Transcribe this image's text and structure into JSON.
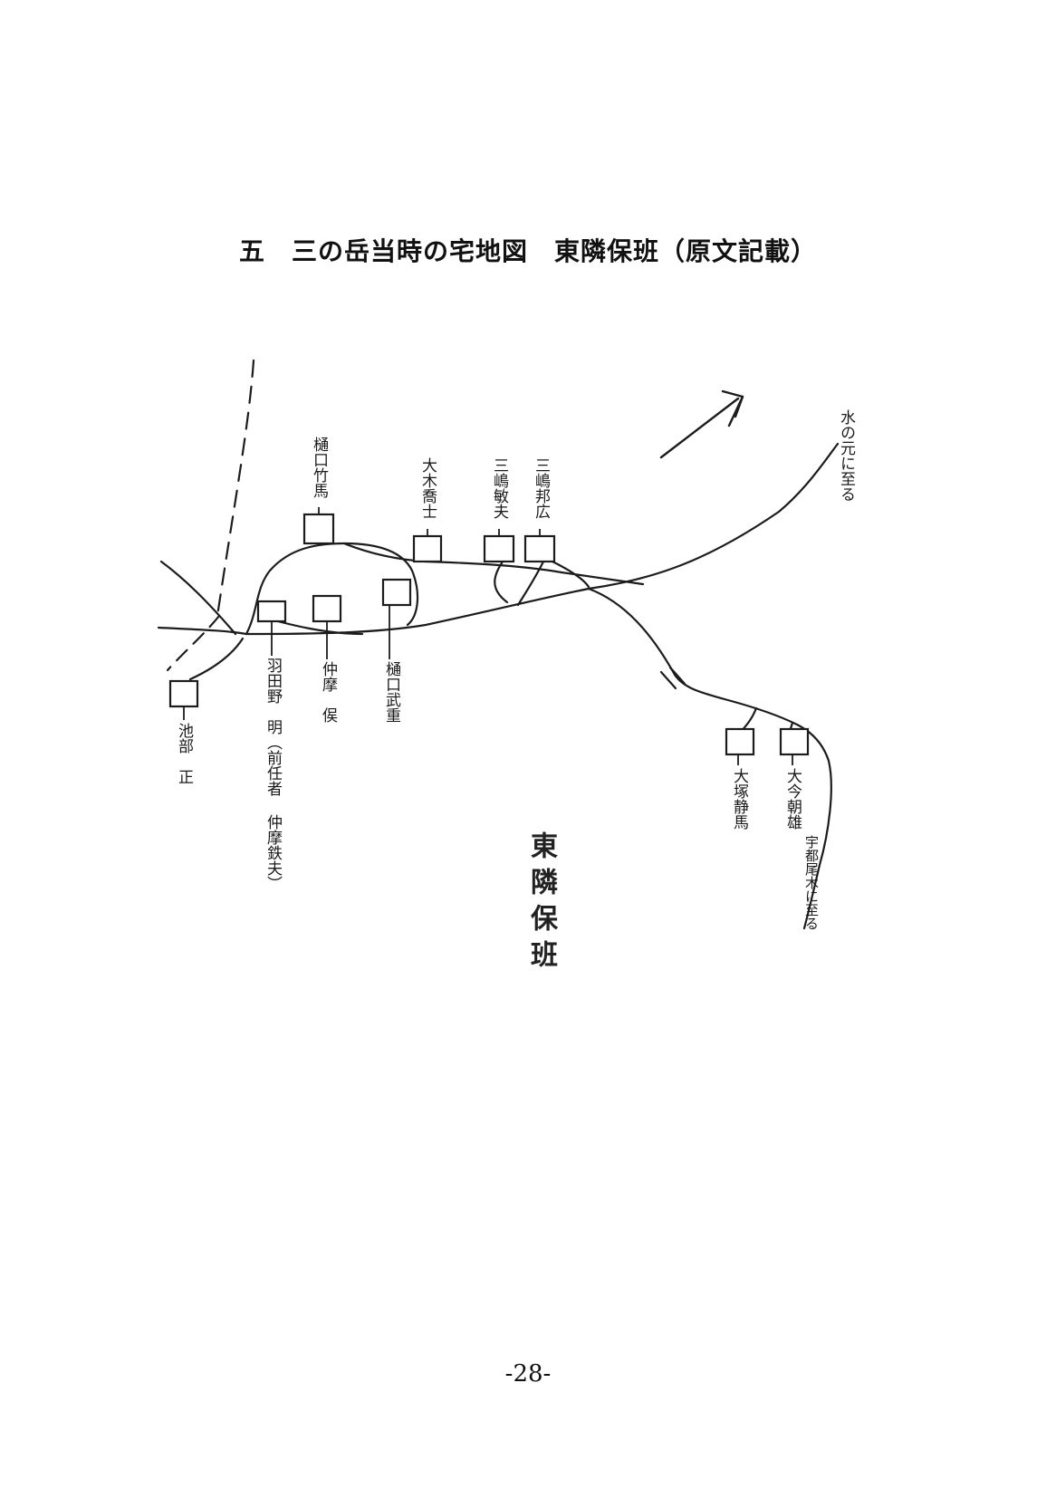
{
  "page": {
    "title": "五　三の岳当時の宅地図　東隣保班（原文記載）",
    "page_number": "-28-"
  },
  "map": {
    "region_label": "東隣保班",
    "direction_notes": {
      "northeast_road": "水の元に至る",
      "southeast_road": "宇都尾木に至る"
    },
    "households": [
      {
        "id": "higuchi-takema",
        "label": "樋口竹馬"
      },
      {
        "id": "oki-kyoshi",
        "label": "大木喬士"
      },
      {
        "id": "mishima-toshio",
        "label": "三嶋敏夫"
      },
      {
        "id": "mishima-kunihiro",
        "label": "三嶋邦広"
      },
      {
        "id": "hatano-akira",
        "label": "羽田野　明（前任者 仲摩鉄夫）"
      },
      {
        "id": "nakama-ryu",
        "label": "仲摩　㑨"
      },
      {
        "id": "higuchi-takeshige",
        "label": "樋口武重"
      },
      {
        "id": "ikebe-tadashi",
        "label": "池部　正"
      },
      {
        "id": "otsuka-shizuma",
        "label": "大塚静馬"
      },
      {
        "id": "otsuka-kesao",
        "label": "大今朝雄"
      }
    ]
  }
}
